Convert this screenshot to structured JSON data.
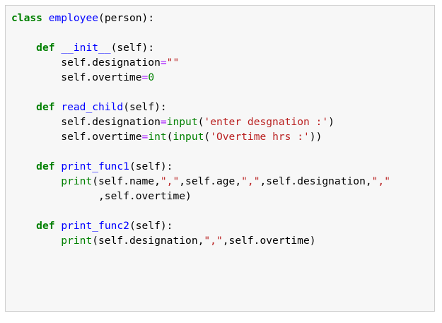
{
  "editor": {
    "lines": [
      [
        {
          "t": "class",
          "c": "kw"
        },
        {
          "t": " ",
          "c": ""
        },
        {
          "t": "employee",
          "c": "fn"
        },
        {
          "t": "(person):",
          "c": ""
        }
      ],
      [],
      [
        {
          "t": "    ",
          "c": ""
        },
        {
          "t": "def",
          "c": "kw"
        },
        {
          "t": " ",
          "c": ""
        },
        {
          "t": "__init__",
          "c": "fn"
        },
        {
          "t": "(self):",
          "c": ""
        }
      ],
      [
        {
          "t": "        self.designation",
          "c": ""
        },
        {
          "t": "=",
          "c": "op"
        },
        {
          "t": "\"\"",
          "c": "str"
        }
      ],
      [
        {
          "t": "        self.overtime",
          "c": ""
        },
        {
          "t": "=",
          "c": "op"
        },
        {
          "t": "0",
          "c": "num"
        }
      ],
      [],
      [
        {
          "t": "    ",
          "c": ""
        },
        {
          "t": "def",
          "c": "kw"
        },
        {
          "t": " ",
          "c": ""
        },
        {
          "t": "read_child",
          "c": "fn"
        },
        {
          "t": "(self):",
          "c": ""
        }
      ],
      [
        {
          "t": "        self.designation",
          "c": ""
        },
        {
          "t": "=",
          "c": "op"
        },
        {
          "t": "input",
          "c": "bi"
        },
        {
          "t": "(",
          "c": ""
        },
        {
          "t": "'enter desgnation :'",
          "c": "str"
        },
        {
          "t": ")",
          "c": ""
        }
      ],
      [
        {
          "t": "        self.overtime",
          "c": ""
        },
        {
          "t": "=",
          "c": "op"
        },
        {
          "t": "int",
          "c": "bi"
        },
        {
          "t": "(",
          "c": ""
        },
        {
          "t": "input",
          "c": "bi"
        },
        {
          "t": "(",
          "c": ""
        },
        {
          "t": "'Overtime hrs :'",
          "c": "str"
        },
        {
          "t": "))",
          "c": ""
        }
      ],
      [],
      [
        {
          "t": "    ",
          "c": ""
        },
        {
          "t": "def",
          "c": "kw"
        },
        {
          "t": " ",
          "c": ""
        },
        {
          "t": "print_func1",
          "c": "fn"
        },
        {
          "t": "(self):",
          "c": ""
        }
      ],
      [
        {
          "t": "        ",
          "c": ""
        },
        {
          "t": "print",
          "c": "bi"
        },
        {
          "t": "(self.name,",
          "c": ""
        },
        {
          "t": "\",\"",
          "c": "str"
        },
        {
          "t": ",self.age,",
          "c": ""
        },
        {
          "t": "\",\"",
          "c": "str"
        },
        {
          "t": ",self.designation,",
          "c": ""
        },
        {
          "t": "\",\"",
          "c": "str"
        }
      ],
      [
        {
          "t": "              ,self.overtime)",
          "c": ""
        }
      ],
      [],
      [
        {
          "t": "    ",
          "c": ""
        },
        {
          "t": "def",
          "c": "kw"
        },
        {
          "t": " ",
          "c": ""
        },
        {
          "t": "print_func2",
          "c": "fn"
        },
        {
          "t": "(self):",
          "c": ""
        }
      ],
      [
        {
          "t": "        ",
          "c": ""
        },
        {
          "t": "print",
          "c": "bi"
        },
        {
          "t": "(self.designation,",
          "c": ""
        },
        {
          "t": "\",\"",
          "c": "str"
        },
        {
          "t": ",self.overtime)",
          "c": ""
        }
      ]
    ]
  }
}
